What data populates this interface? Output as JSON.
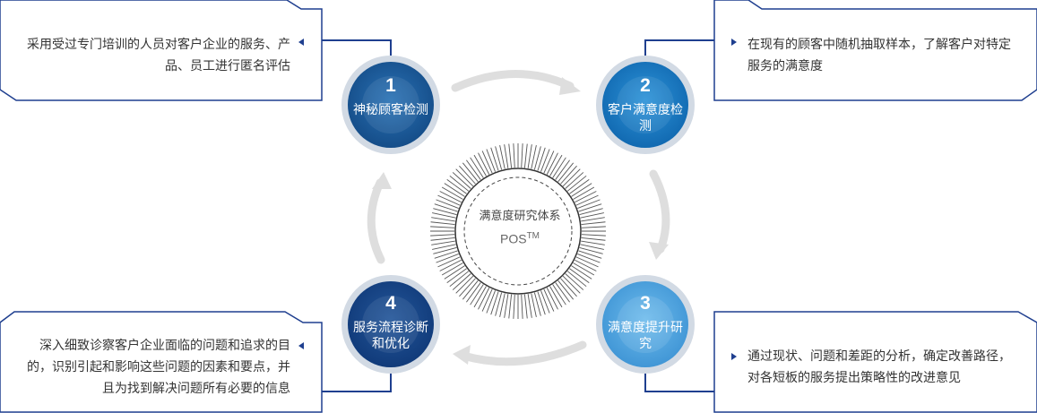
{
  "center": {
    "title": "满意度研究体系",
    "pos": "POS",
    "tm": "TM"
  },
  "steps": [
    {
      "number": "1",
      "label": "神秘顾客检测",
      "description": "采用受过专门培训的人员对客户企业的服务、产品、员工进行匿名评估",
      "color": "#1a5b9c"
    },
    {
      "number": "2",
      "label": "客户满意度检测",
      "description": "在现有的顾客中随机抽取样本，了解客户对特定服务的满意度",
      "color": "#1577c4"
    },
    {
      "number": "3",
      "label": "满意度提升研究",
      "description": "通过现状、问题和差距的分析，确定改善路径，对各短板的服务提出策略性的改进意见",
      "color": "#4aa3df"
    },
    {
      "number": "4",
      "label": "服务流程诊断和优化",
      "description": "深入细致诊察客户企业面临的问题和追求的目的，识别引起和影响这些问题的因素和要点，并且为找到解决问题所有必要的信息",
      "color": "#15468a"
    }
  ],
  "colors": {
    "box_border": "#1f3f8f",
    "arrow": "#dddddd",
    "ring": "#d3dbe4"
  }
}
